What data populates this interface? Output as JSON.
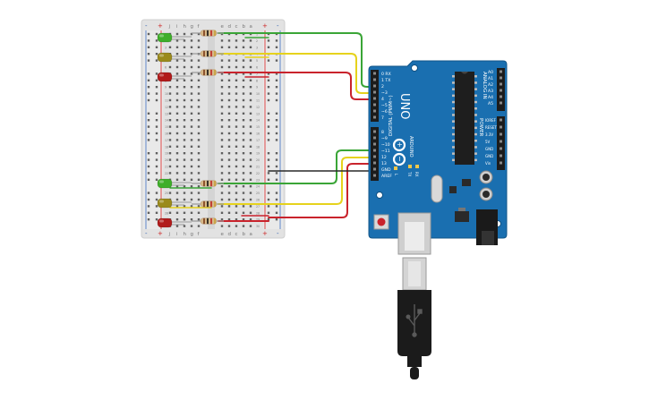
{
  "breadboard": {
    "column_letters_top": [
      "j",
      "i",
      "h",
      "g",
      "f",
      "e",
      "d",
      "c",
      "b",
      "a"
    ],
    "column_letters_bottom": [
      "j",
      "i",
      "h",
      "g",
      "f",
      "e",
      "d",
      "c",
      "b",
      "a"
    ],
    "rail_plus": "+",
    "rail_minus": "-",
    "row_numbers": [
      "1",
      "2",
      "3",
      "4",
      "5",
      "6",
      "7",
      "8",
      "9",
      "10",
      "11",
      "12",
      "13",
      "14",
      "15",
      "16",
      "17",
      "18",
      "19",
      "20",
      "21",
      "22",
      "23",
      "24",
      "25",
      "26",
      "27",
      "28",
      "29",
      "30"
    ]
  },
  "leds": [
    {
      "name": "green-led-1",
      "color": "#3fae2a"
    },
    {
      "name": "yellow-led-1",
      "color": "#9a8a1c"
    },
    {
      "name": "red-led-1",
      "color": "#b11b1b"
    },
    {
      "name": "green-led-2",
      "color": "#3fae2a"
    },
    {
      "name": "yellow-led-2",
      "color": "#9a8a1c"
    },
    {
      "name": "red-led-2",
      "color": "#b11b1b"
    }
  ],
  "wire_colors": {
    "green": "#3aa537",
    "yellow": "#e6d21c",
    "red": "#c9232c",
    "black": "#2a2a2a"
  },
  "arduino": {
    "model": "UNO",
    "brand": "ARDUINO",
    "digital_header_label": "DIGITAL (PWM~)",
    "analog_header_label": "ANALOG IN",
    "power_header_label": "POWER",
    "digital_pins": [
      "0 RX",
      "1 TX",
      "2",
      "~3",
      "4",
      "~5",
      "~6",
      "7",
      "8",
      "~9",
      "~10",
      "~11",
      "12",
      "13",
      "GND",
      "AREF"
    ],
    "analog_pins": [
      "A0",
      "A1",
      "A2",
      "A3",
      "A4",
      "A5"
    ],
    "power_pins": [
      "IOREF",
      "RESET",
      "3.3V",
      "5V",
      "GND",
      "GND",
      "Vin"
    ],
    "led_labels": [
      "L",
      "TX",
      "RX"
    ],
    "board_color": "#1a6fb0"
  }
}
